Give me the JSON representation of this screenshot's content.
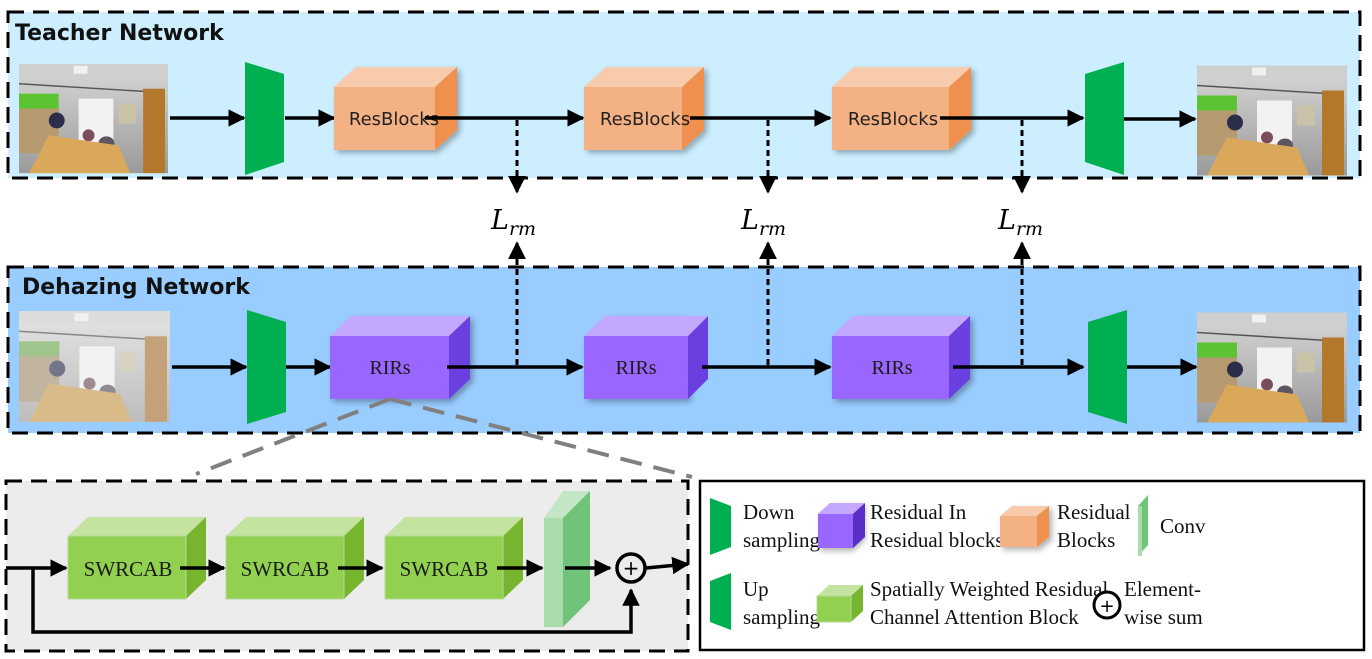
{
  "teacher": {
    "title": "Teacher Network",
    "blocks": [
      "ResBlocks",
      "ResBlocks",
      "ResBlocks"
    ],
    "input_image": "hazy-free office room photo",
    "output_image": "reconstructed office room photo"
  },
  "losses": {
    "label_main": "L",
    "label_sub": "rm",
    "count": 3
  },
  "dehazing": {
    "title": "Dehazing Network",
    "blocks": [
      "RIRs",
      "RIRs",
      "RIRs"
    ],
    "input_image": "hazy office room photo",
    "output_image": "dehazed office room photo"
  },
  "rir_detail": {
    "blocks": [
      "SWRCAB",
      "SWRCAB",
      "SWRCAB"
    ],
    "sum_symbol": "+"
  },
  "legend": {
    "down": [
      "Down",
      "sampling"
    ],
    "up": [
      "Up",
      "sampling"
    ],
    "rir": [
      "Residual In",
      "Residual blocks"
    ],
    "resblock": [
      "Residual",
      "Blocks"
    ],
    "conv": "Conv",
    "swrcab": [
      "Spatially Weighted Residual",
      "Channel Attention Block"
    ],
    "sum": [
      "Element-",
      "wise sum"
    ],
    "sum_symbol": "+"
  },
  "colors": {
    "teacher_bg": "#cceeff",
    "dehazing_bg": "#99ccff",
    "detail_bg": "#ececec",
    "sampling_green": "#00b050",
    "resblock_front": "#f4b183",
    "resblock_top": "#f8cbad",
    "resblock_side": "#f09050",
    "rir_front": "#9966ff",
    "rir_top": "#c4a8ff",
    "rir_side": "#6a3fe0",
    "swrcab_front": "#92d050",
    "swrcab_top": "#c5e3a0",
    "swrcab_side": "#77b52e",
    "conv_front": "#a9dcaa",
    "conv_side": "#70c47a"
  }
}
